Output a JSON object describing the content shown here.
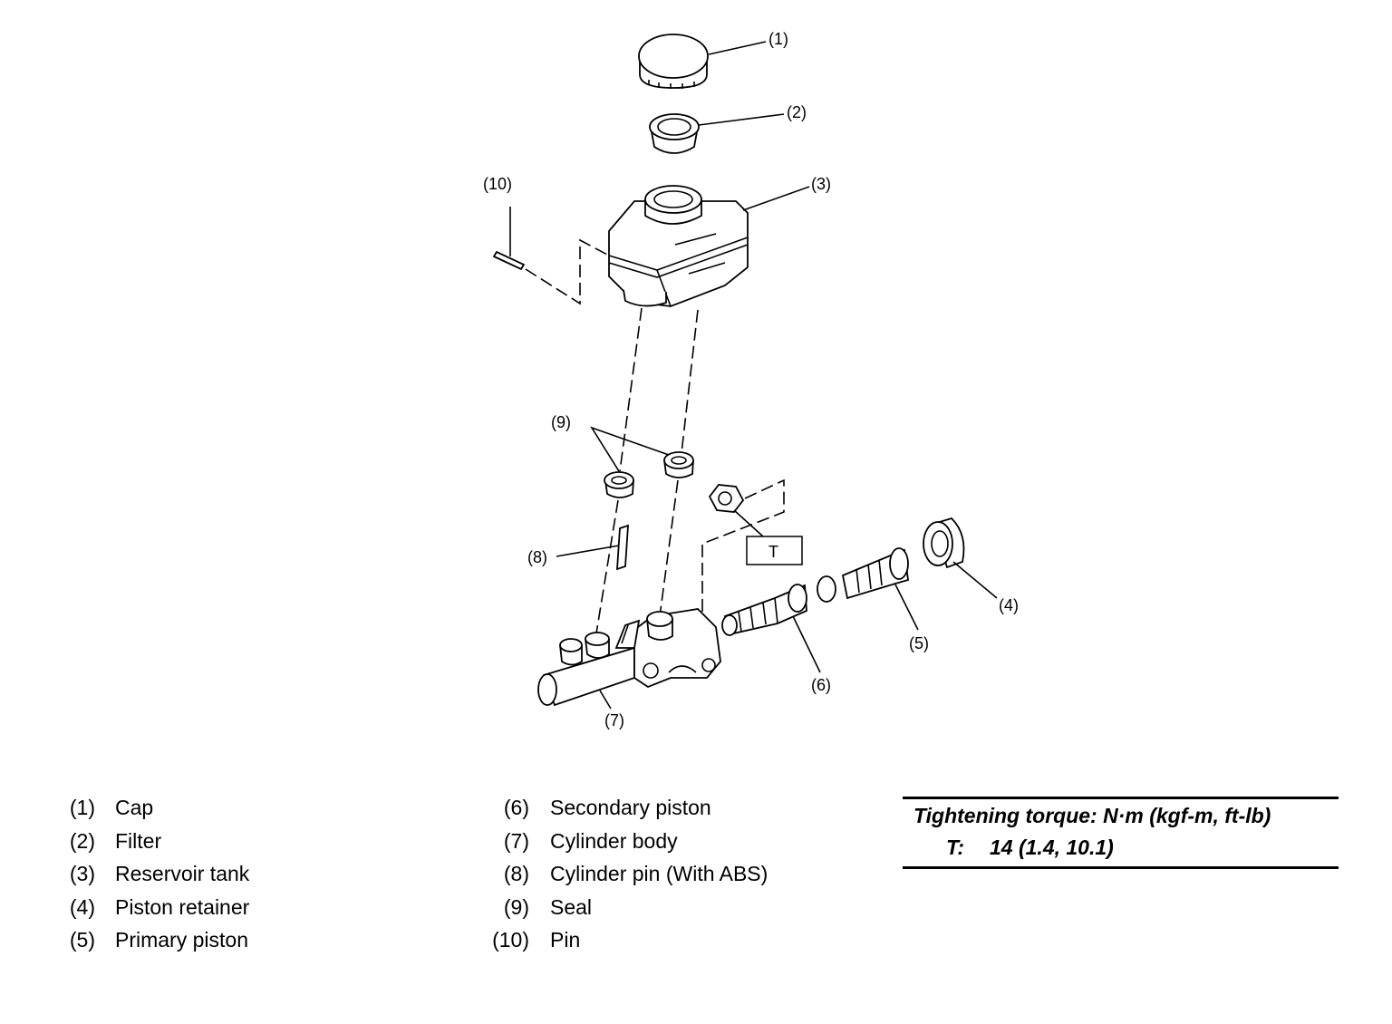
{
  "callouts": [
    "(1)",
    "(2)",
    "(3)",
    "(4)",
    "(5)",
    "(6)",
    "(7)",
    "(8)",
    "(9)",
    "(10)"
  ],
  "torque_marker": "T",
  "legend": {
    "left": [
      {
        "num": "(1)",
        "label": "Cap"
      },
      {
        "num": "(2)",
        "label": "Filter"
      },
      {
        "num": "(3)",
        "label": "Reservoir tank"
      },
      {
        "num": "(4)",
        "label": "Piston retainer"
      },
      {
        "num": "(5)",
        "label": "Primary piston"
      }
    ],
    "right": [
      {
        "num": "(6)",
        "label": "Secondary piston"
      },
      {
        "num": "(7)",
        "label": "Cylinder body"
      },
      {
        "num": "(8)",
        "label": "Cylinder pin (With ABS)"
      },
      {
        "num": "(9)",
        "label": "Seal"
      },
      {
        "num": "(10)",
        "label": "Pin"
      }
    ]
  },
  "torque": {
    "title": "Tightening torque: N·m (kgf-m, ft-lb)",
    "label": "T:",
    "value": "14 (1.4, 10.1)"
  }
}
